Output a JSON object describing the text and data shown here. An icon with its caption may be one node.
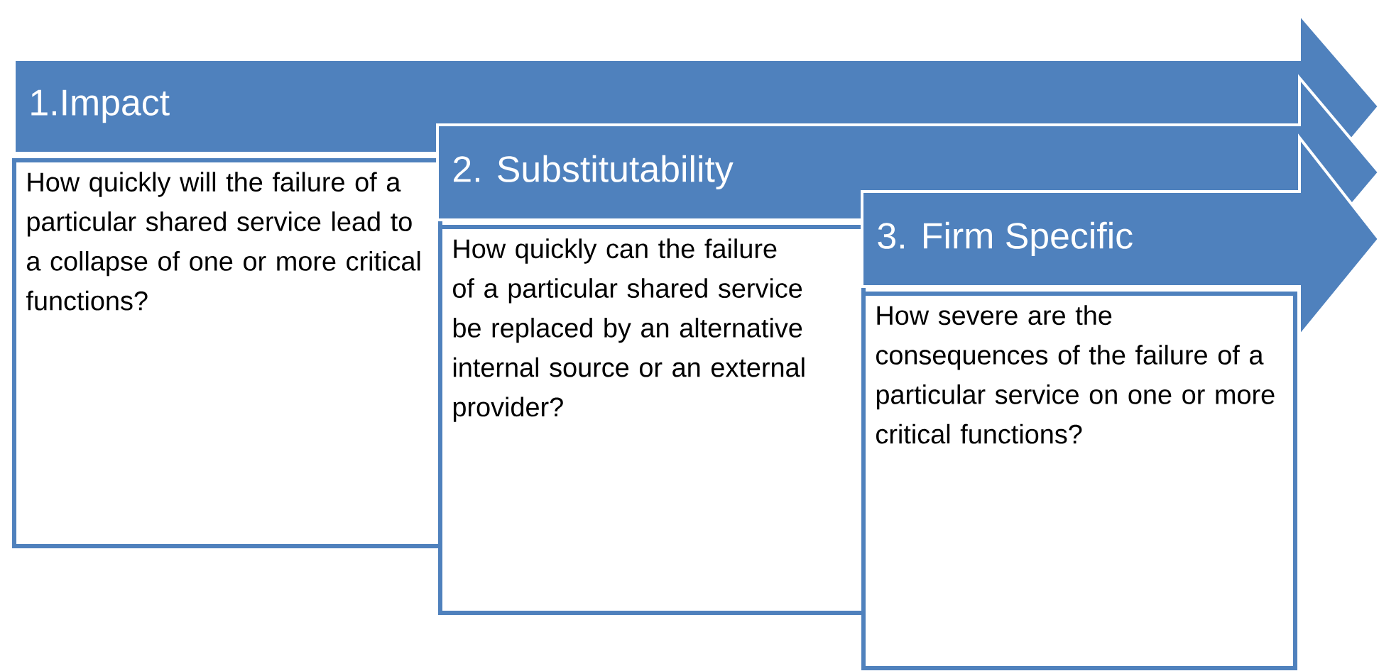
{
  "diagram": {
    "nodes": [
      {
        "text": [
          "1.Impact"
        ]
      },
      {
        "text": [
          "How quickly will the failure of a particular shared service lead to a collapse of one or more critical functions?"
        ]
      },
      {
        "text": [
          "2. Substitutability"
        ]
      },
      {
        "text": [
          "How quickly can the failure of a particular shared service be replaced by an alternative internal source or an external provider?"
        ]
      },
      {
        "text": [
          "3. Firm Specific"
        ]
      },
      {
        "text": [
          "How severe are the consequences of the failure of a particular service on one or more critical functions?"
        ]
      }
    ]
  }
}
